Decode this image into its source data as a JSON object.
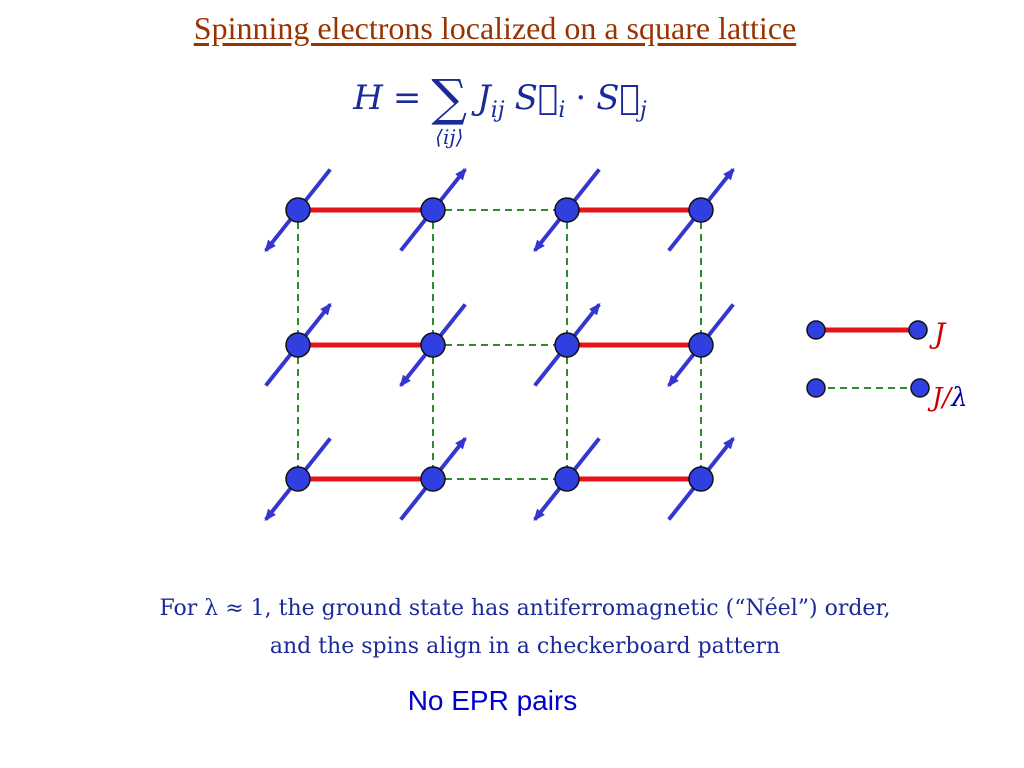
{
  "title": "Spinning electrons localized on a square lattice",
  "hamiltonian": {
    "lhs": "H",
    "equals": "=",
    "sum_symbol": "∑",
    "sum_subscript": "⟨ij⟩",
    "coupling": "J",
    "coupling_sub": "ij",
    "spin_i": "S⃗",
    "spin_i_sub": "i",
    "dot": "·",
    "spin_j": "S⃗",
    "spin_j_sub": "j"
  },
  "lattice": {
    "rows": 3,
    "cols": 4,
    "strong_bond_color": "#e8141c",
    "weak_bond_color": "#2e8b2e",
    "site_color": "#2f3fe0",
    "arrow_color": "#3535d0",
    "spins": [
      [
        "down",
        "up",
        "down",
        "up"
      ],
      [
        "up",
        "down",
        "up",
        "down"
      ],
      [
        "down",
        "up",
        "down",
        "up"
      ]
    ]
  },
  "legend": {
    "strong_label": "J",
    "weak_label": "J/λ",
    "weak_label_lambda": "λ",
    "label_color": "#cc0000",
    "lambda_color": "#0000aa"
  },
  "caption": {
    "line1": "For λ ≈ 1, the ground state has antiferromagnetic (“Néel”) order,",
    "line2": "and the spins align in a checkerboard pattern"
  },
  "footer": "No EPR pairs"
}
